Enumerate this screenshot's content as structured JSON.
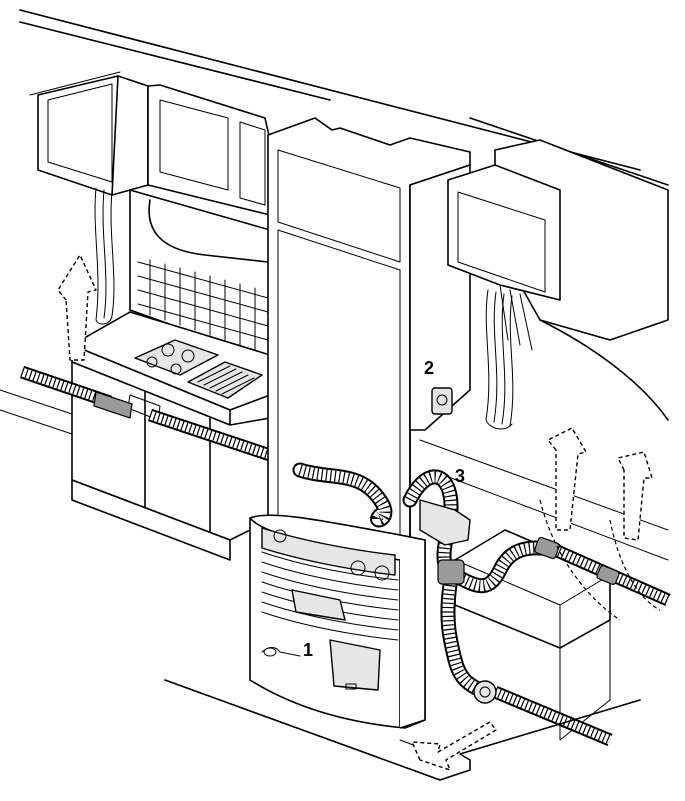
{
  "figure": {
    "callouts": [
      "1",
      "2",
      "3"
    ]
  }
}
